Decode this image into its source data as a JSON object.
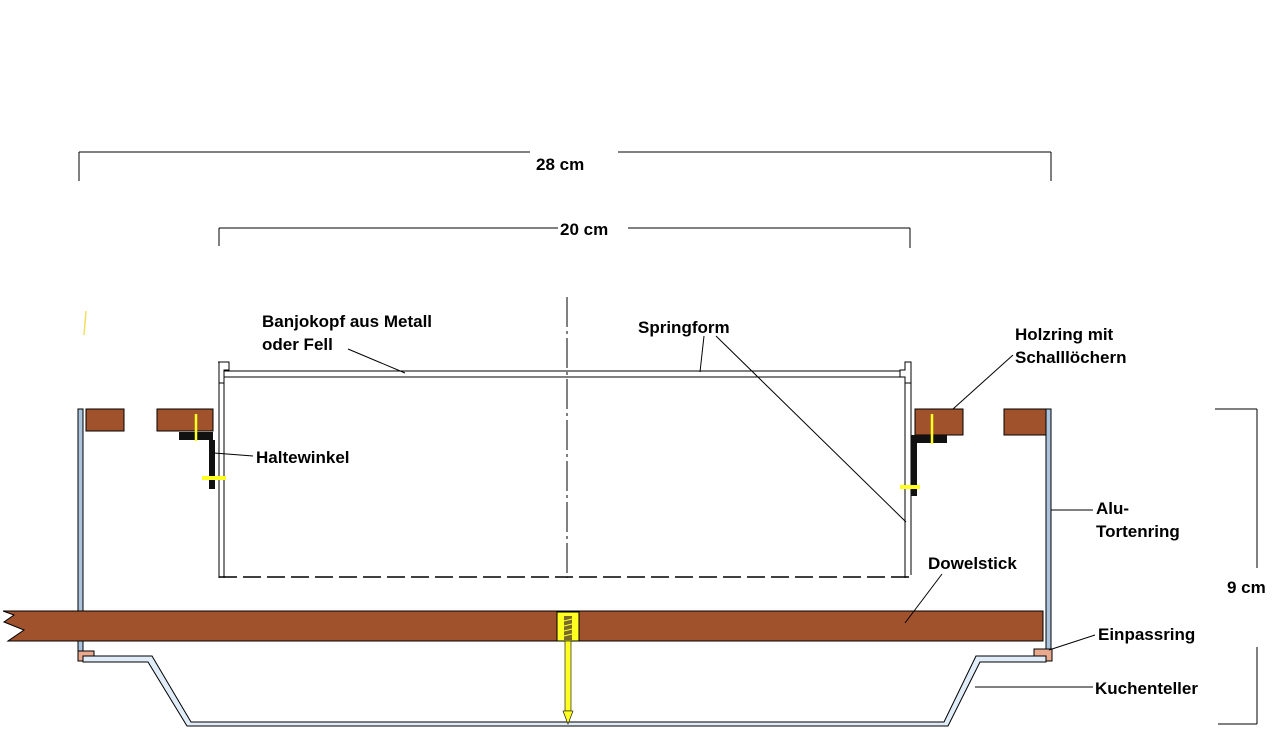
{
  "dimensions": {
    "width_total": "28 cm",
    "width_inner": "20 cm",
    "height": "9 cm"
  },
  "labels": {
    "banjokopf_line1": "Banjokopf aus Metall",
    "banjokopf_line2": "oder Fell",
    "springform": "Springform",
    "holzring_line1": "Holzring mit",
    "holzring_line2": "Schalllöchern",
    "haltewinkel": "Haltewinkel",
    "alu_line1": "Alu-",
    "alu_line2": "Tortenring",
    "dowelstick": "Dowelstick",
    "einpassring": "Einpassring",
    "kuchenteller": "Kuchenteller"
  },
  "colors": {
    "wood": "#a0522d",
    "aluminium": "#a9c4dc",
    "screw": "#ffff22",
    "ring_insert": "#e8a98e",
    "bracket": "#111111",
    "plate_fill": "#e0ecf8"
  }
}
